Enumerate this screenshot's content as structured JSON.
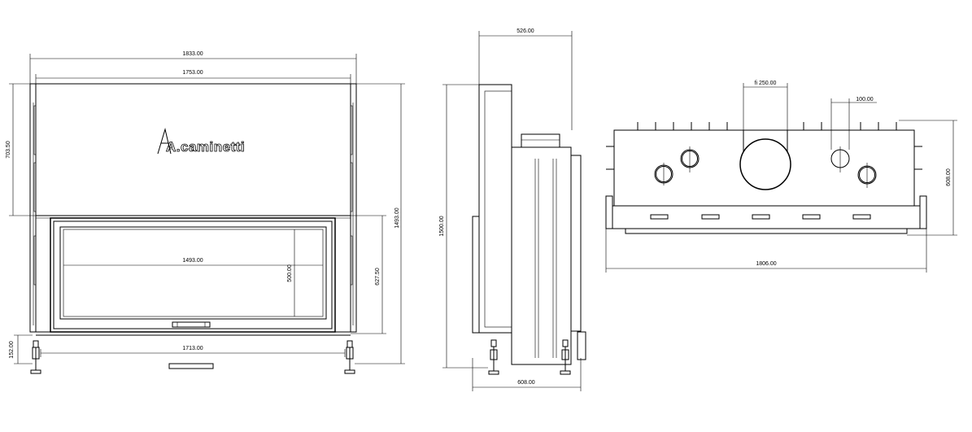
{
  "logo": {
    "text": "A.caminetti"
  },
  "front_view": {
    "overall_width": "1833.00",
    "top_width": "1753.00",
    "hood_height": "703.50",
    "overall_height": "1493.00",
    "glass_width": "1493.00",
    "glass_height": "500.00",
    "door_height": "627.50",
    "base_width": "1713.00",
    "foot_height": "152.00"
  },
  "side_view": {
    "top_depth": "526.00",
    "height": "1500.00",
    "base_depth": "608.00"
  },
  "top_view": {
    "flue_diameter": "fi 250.00",
    "small_outlet": "100.00",
    "depth": "608.00",
    "width": "1806.00"
  }
}
